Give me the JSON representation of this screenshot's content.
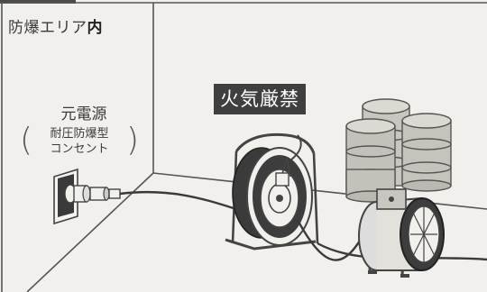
{
  "area_label": {
    "prefix": "防爆エリア",
    "emphasis": "内"
  },
  "power_source": {
    "label": "元電源",
    "note_line1": "耐圧防爆型",
    "note_line2": "コンセント"
  },
  "warning_sign": "火気厳禁",
  "colors": {
    "wall": "#f2f0ec",
    "line": "#444444",
    "drum": "#c9c6c0",
    "sign_bg": "#3f3f3f",
    "sign_text": "#ffffff"
  },
  "icons": [
    "explosion-proof-outlet-icon",
    "cord-reel-icon",
    "oil-drum-icon",
    "blower-fan-icon"
  ]
}
